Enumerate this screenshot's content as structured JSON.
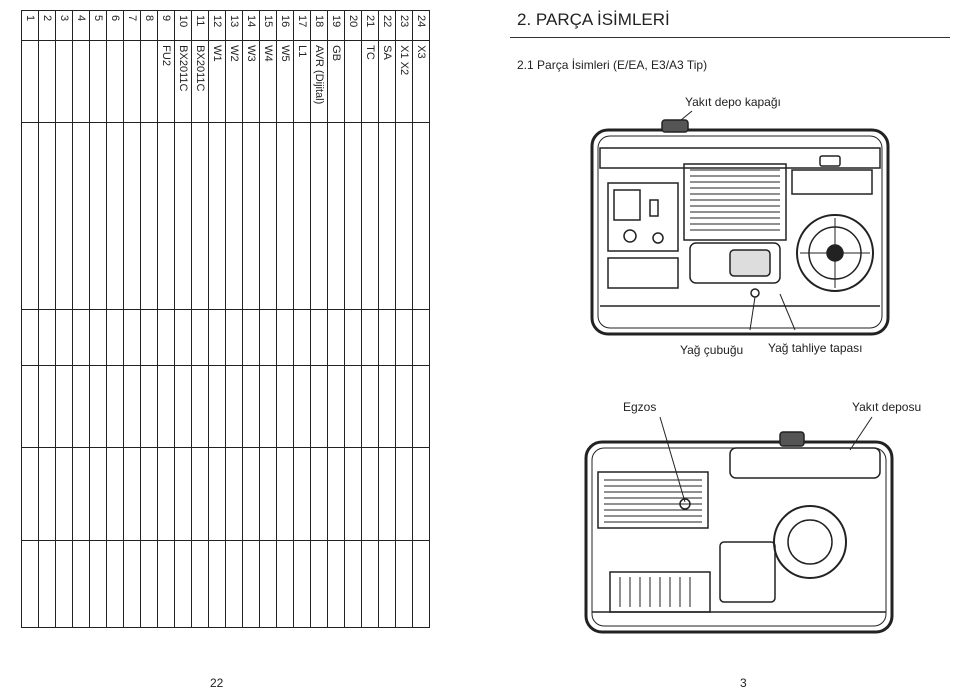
{
  "left_page": {
    "page_number": "22",
    "parts_table": {
      "rows": [
        {
          "n": "24",
          "code": "X3"
        },
        {
          "n": "23",
          "code": "X1  X2"
        },
        {
          "n": "22",
          "code": "SA"
        },
        {
          "n": "21",
          "code": "TC"
        },
        {
          "n": "20",
          "code": ""
        },
        {
          "n": "19",
          "code": "GB"
        },
        {
          "n": "18",
          "code": "AVR (Dijital)"
        },
        {
          "n": "17",
          "code": "L1"
        },
        {
          "n": "16",
          "code": "W5"
        },
        {
          "n": "15",
          "code": "W4"
        },
        {
          "n": "14",
          "code": "W3"
        },
        {
          "n": "13",
          "code": "W2"
        },
        {
          "n": "12",
          "code": "W1"
        },
        {
          "n": "11",
          "code": "BX2011C"
        },
        {
          "n": "10",
          "code": "BX2011C"
        },
        {
          "n": "9",
          "code": "FU2"
        },
        {
          "n": "8",
          "code": ""
        },
        {
          "n": "7",
          "code": ""
        },
        {
          "n": "6",
          "code": ""
        },
        {
          "n": "5",
          "code": ""
        },
        {
          "n": "4",
          "code": ""
        },
        {
          "n": "3",
          "code": ""
        },
        {
          "n": "2",
          "code": ""
        },
        {
          "n": "1",
          "code": ""
        }
      ]
    }
  },
  "right_page": {
    "page_number": "3",
    "section_title": "2. PARÇA İSİMLERİ",
    "subsection_title": "2.1 Parça İsimleri (E/EA, E3/A3 Tip)",
    "figure1": {
      "labels": {
        "fuel_cap": "Yakıt depo kapağı",
        "dipstick": "Yağ çubuğu",
        "drain_plug": "Yağ tahliye tapası"
      }
    },
    "figure2": {
      "labels": {
        "exhaust": "Egzos",
        "fuel_tank": "Yakıt deposu"
      }
    }
  }
}
